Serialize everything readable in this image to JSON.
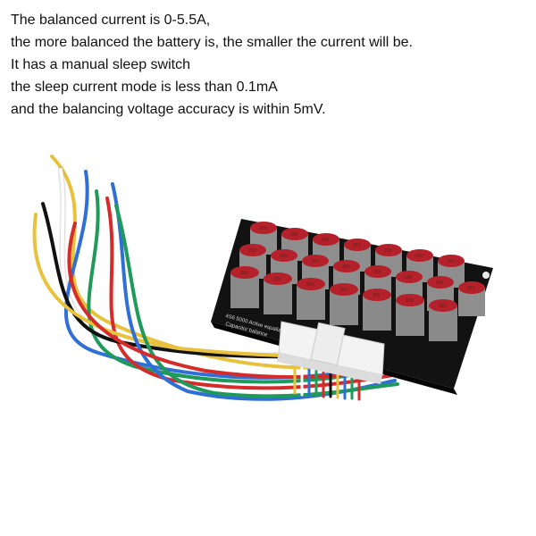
{
  "description": {
    "lines": [
      "The balanced current is 0-5.5A,",
      "the more balanced the battery is, the smaller the current will be.",
      "It has a manual sleep switch",
      "the sleep current mode is less than 0.1mA",
      "and the balancing voltage accuracy is within 5mV."
    ]
  },
  "product": {
    "board_text_1": "4S6 5000 Active equalizer",
    "board_text_2": "Capacitor balance",
    "capacitor_label": "25V",
    "wire_colors": [
      "#e8c23c",
      "#ffffff",
      "#2f6fd6",
      "#1f9a5a",
      "#d62b2b",
      "#111111",
      "#e8c23c",
      "#2f6fd6",
      "#1f9a5a",
      "#d62b2b"
    ],
    "connector_color": "#f3f3f3",
    "board_color": "#121212",
    "capacitor_top_color": "#b5212a",
    "capacitor_body_color": "#8e8e8e"
  }
}
